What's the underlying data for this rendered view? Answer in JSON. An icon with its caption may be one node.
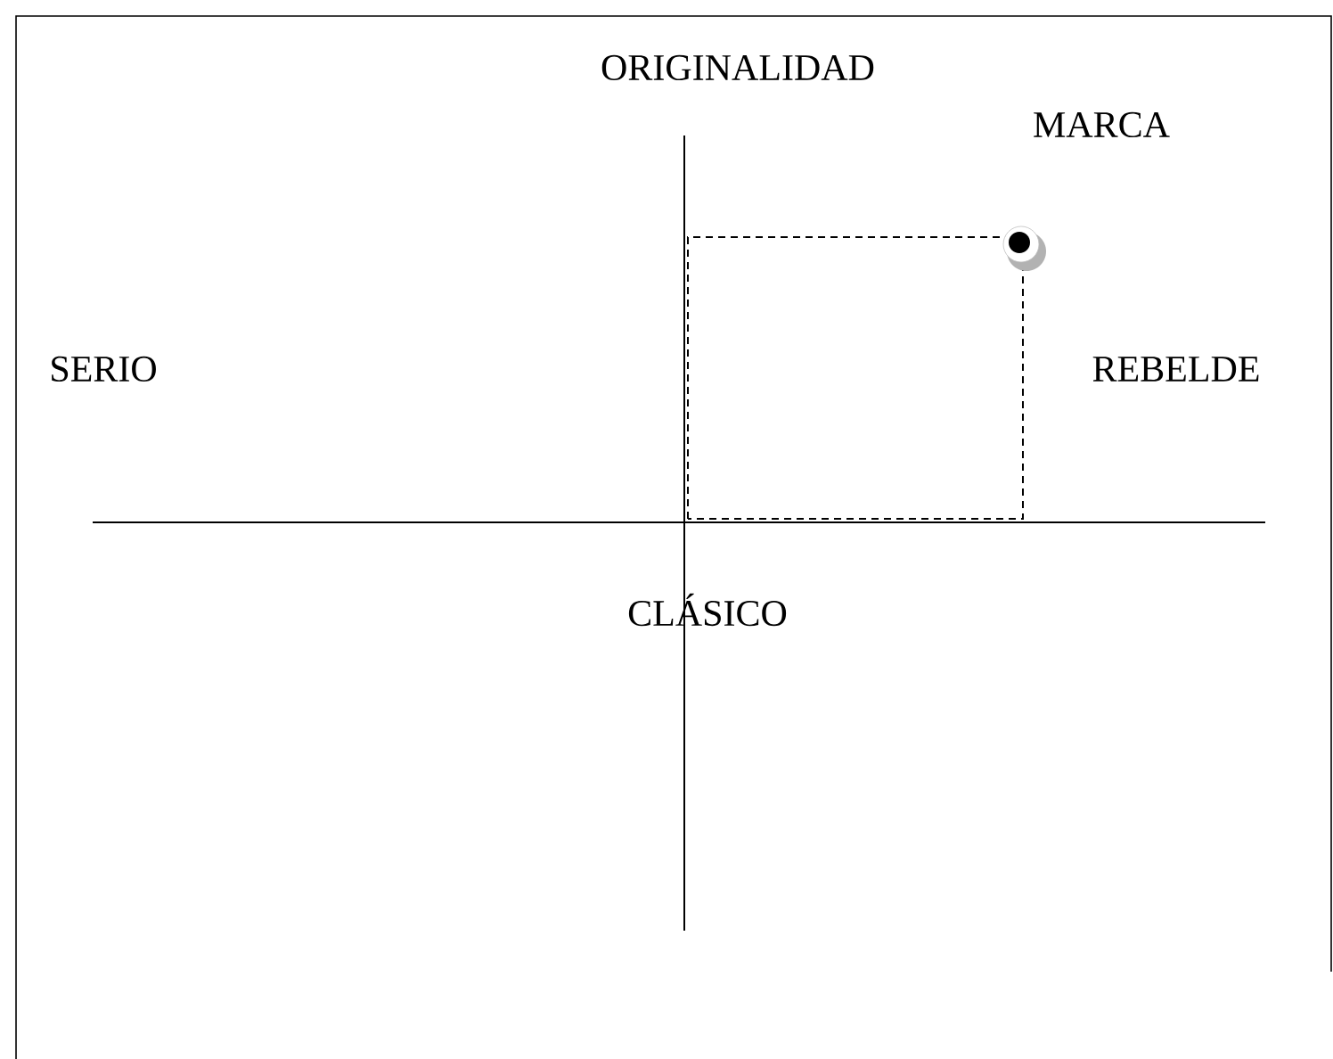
{
  "diagram": {
    "labels": [
      "ORIGINALIDAD",
      "MARCA",
      "SERIO",
      "REBELDE",
      "CLÁSICO"
    ]
  }
}
